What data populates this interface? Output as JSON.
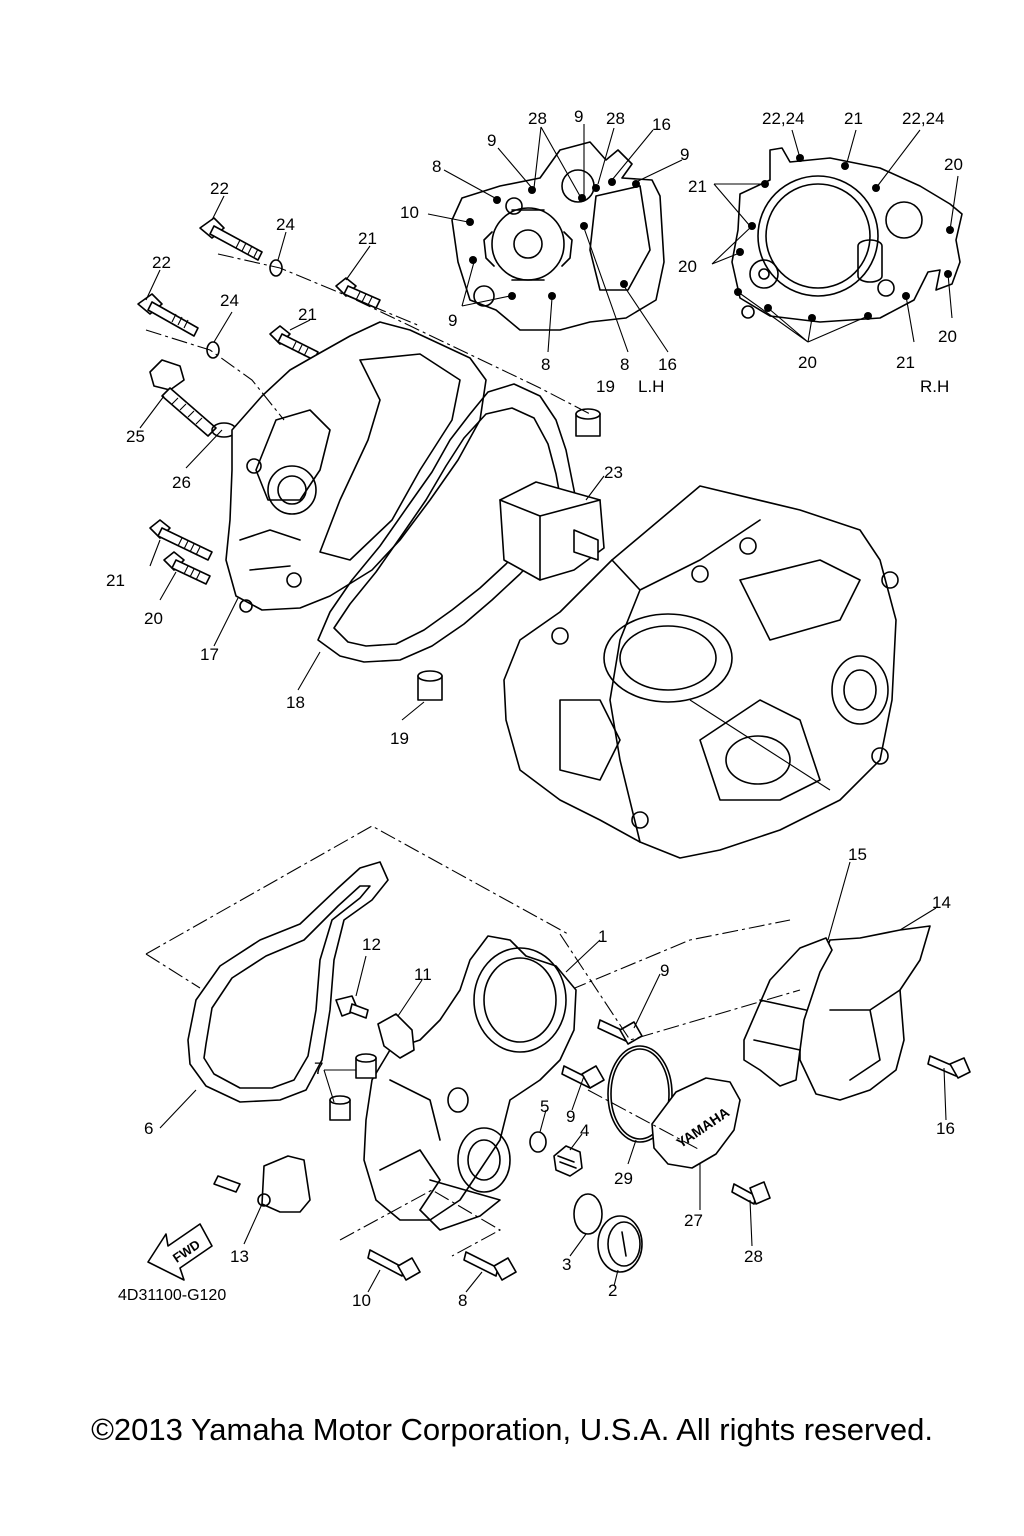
{
  "diagram": {
    "diagram_code": "4D31100-G120",
    "fwd_label": "FWD",
    "brand_mark": "YAMAHA",
    "side_labels": {
      "left": "L.H",
      "right": "R.H"
    },
    "copyright": "©2013 Yamaha Motor Corporation, U.S.A. All rights reserved."
  },
  "callouts": {
    "lh_inset": [
      "28",
      "9",
      "28",
      "16",
      "9",
      "9",
      "8",
      "10",
      "9",
      "8",
      "8",
      "16",
      "19"
    ],
    "rh_inset": [
      "22,24",
      "21",
      "22,24",
      "20",
      "21",
      "20",
      "20",
      "20",
      "21"
    ],
    "left_cover": [
      "22",
      "24",
      "21",
      "22",
      "24",
      "21",
      "25",
      "26",
      "23",
      "21",
      "20",
      "17",
      "18",
      "19"
    ],
    "lower_cover": [
      "15",
      "14",
      "1",
      "9",
      "12",
      "11",
      "7",
      "5",
      "4",
      "9",
      "29",
      "6",
      "3",
      "27",
      "16",
      "28",
      "13",
      "2",
      "10",
      "8"
    ]
  }
}
